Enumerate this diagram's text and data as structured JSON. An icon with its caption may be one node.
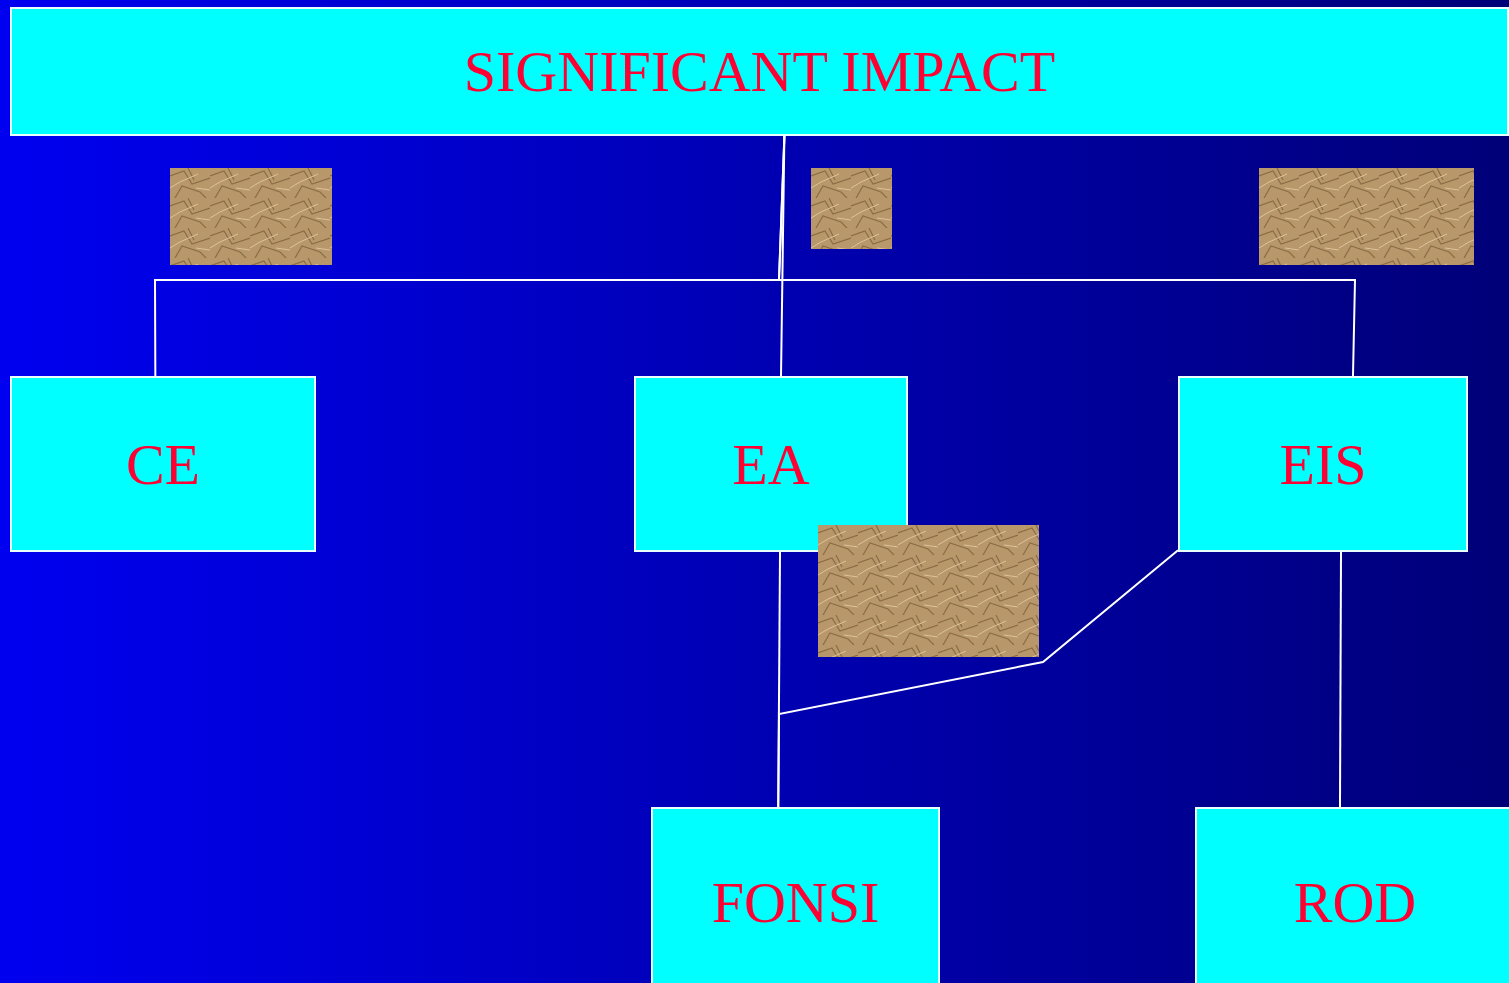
{
  "diagram": {
    "nodes": [
      {
        "text": [
          "SIGNIFICANT IMPACT"
        ]
      },
      {
        "text": [
          "CE"
        ]
      },
      {
        "text": [
          "EA"
        ]
      },
      {
        "text": [
          "EIS"
        ]
      },
      {
        "text": [
          "FONSI"
        ]
      },
      {
        "text": [
          "ROD"
        ]
      },
      {
        "text": [],
        "shape": "box"
      },
      {
        "text": [],
        "shape": "box"
      },
      {
        "text": [],
        "shape": "box"
      },
      {
        "text": [],
        "shape": "box"
      }
    ],
    "edges": [
      {
        "from": 0,
        "to": 1,
        "arrow": "none"
      },
      {
        "from": 0,
        "to": 2,
        "arrow": "none"
      },
      {
        "from": 0,
        "to": 3,
        "arrow": "none"
      },
      {
        "from": 2,
        "to": 4,
        "arrow": "none"
      },
      {
        "from": 3,
        "to": 4,
        "arrow": "none"
      },
      {
        "from": 3,
        "to": 5,
        "arrow": "none"
      }
    ]
  }
}
